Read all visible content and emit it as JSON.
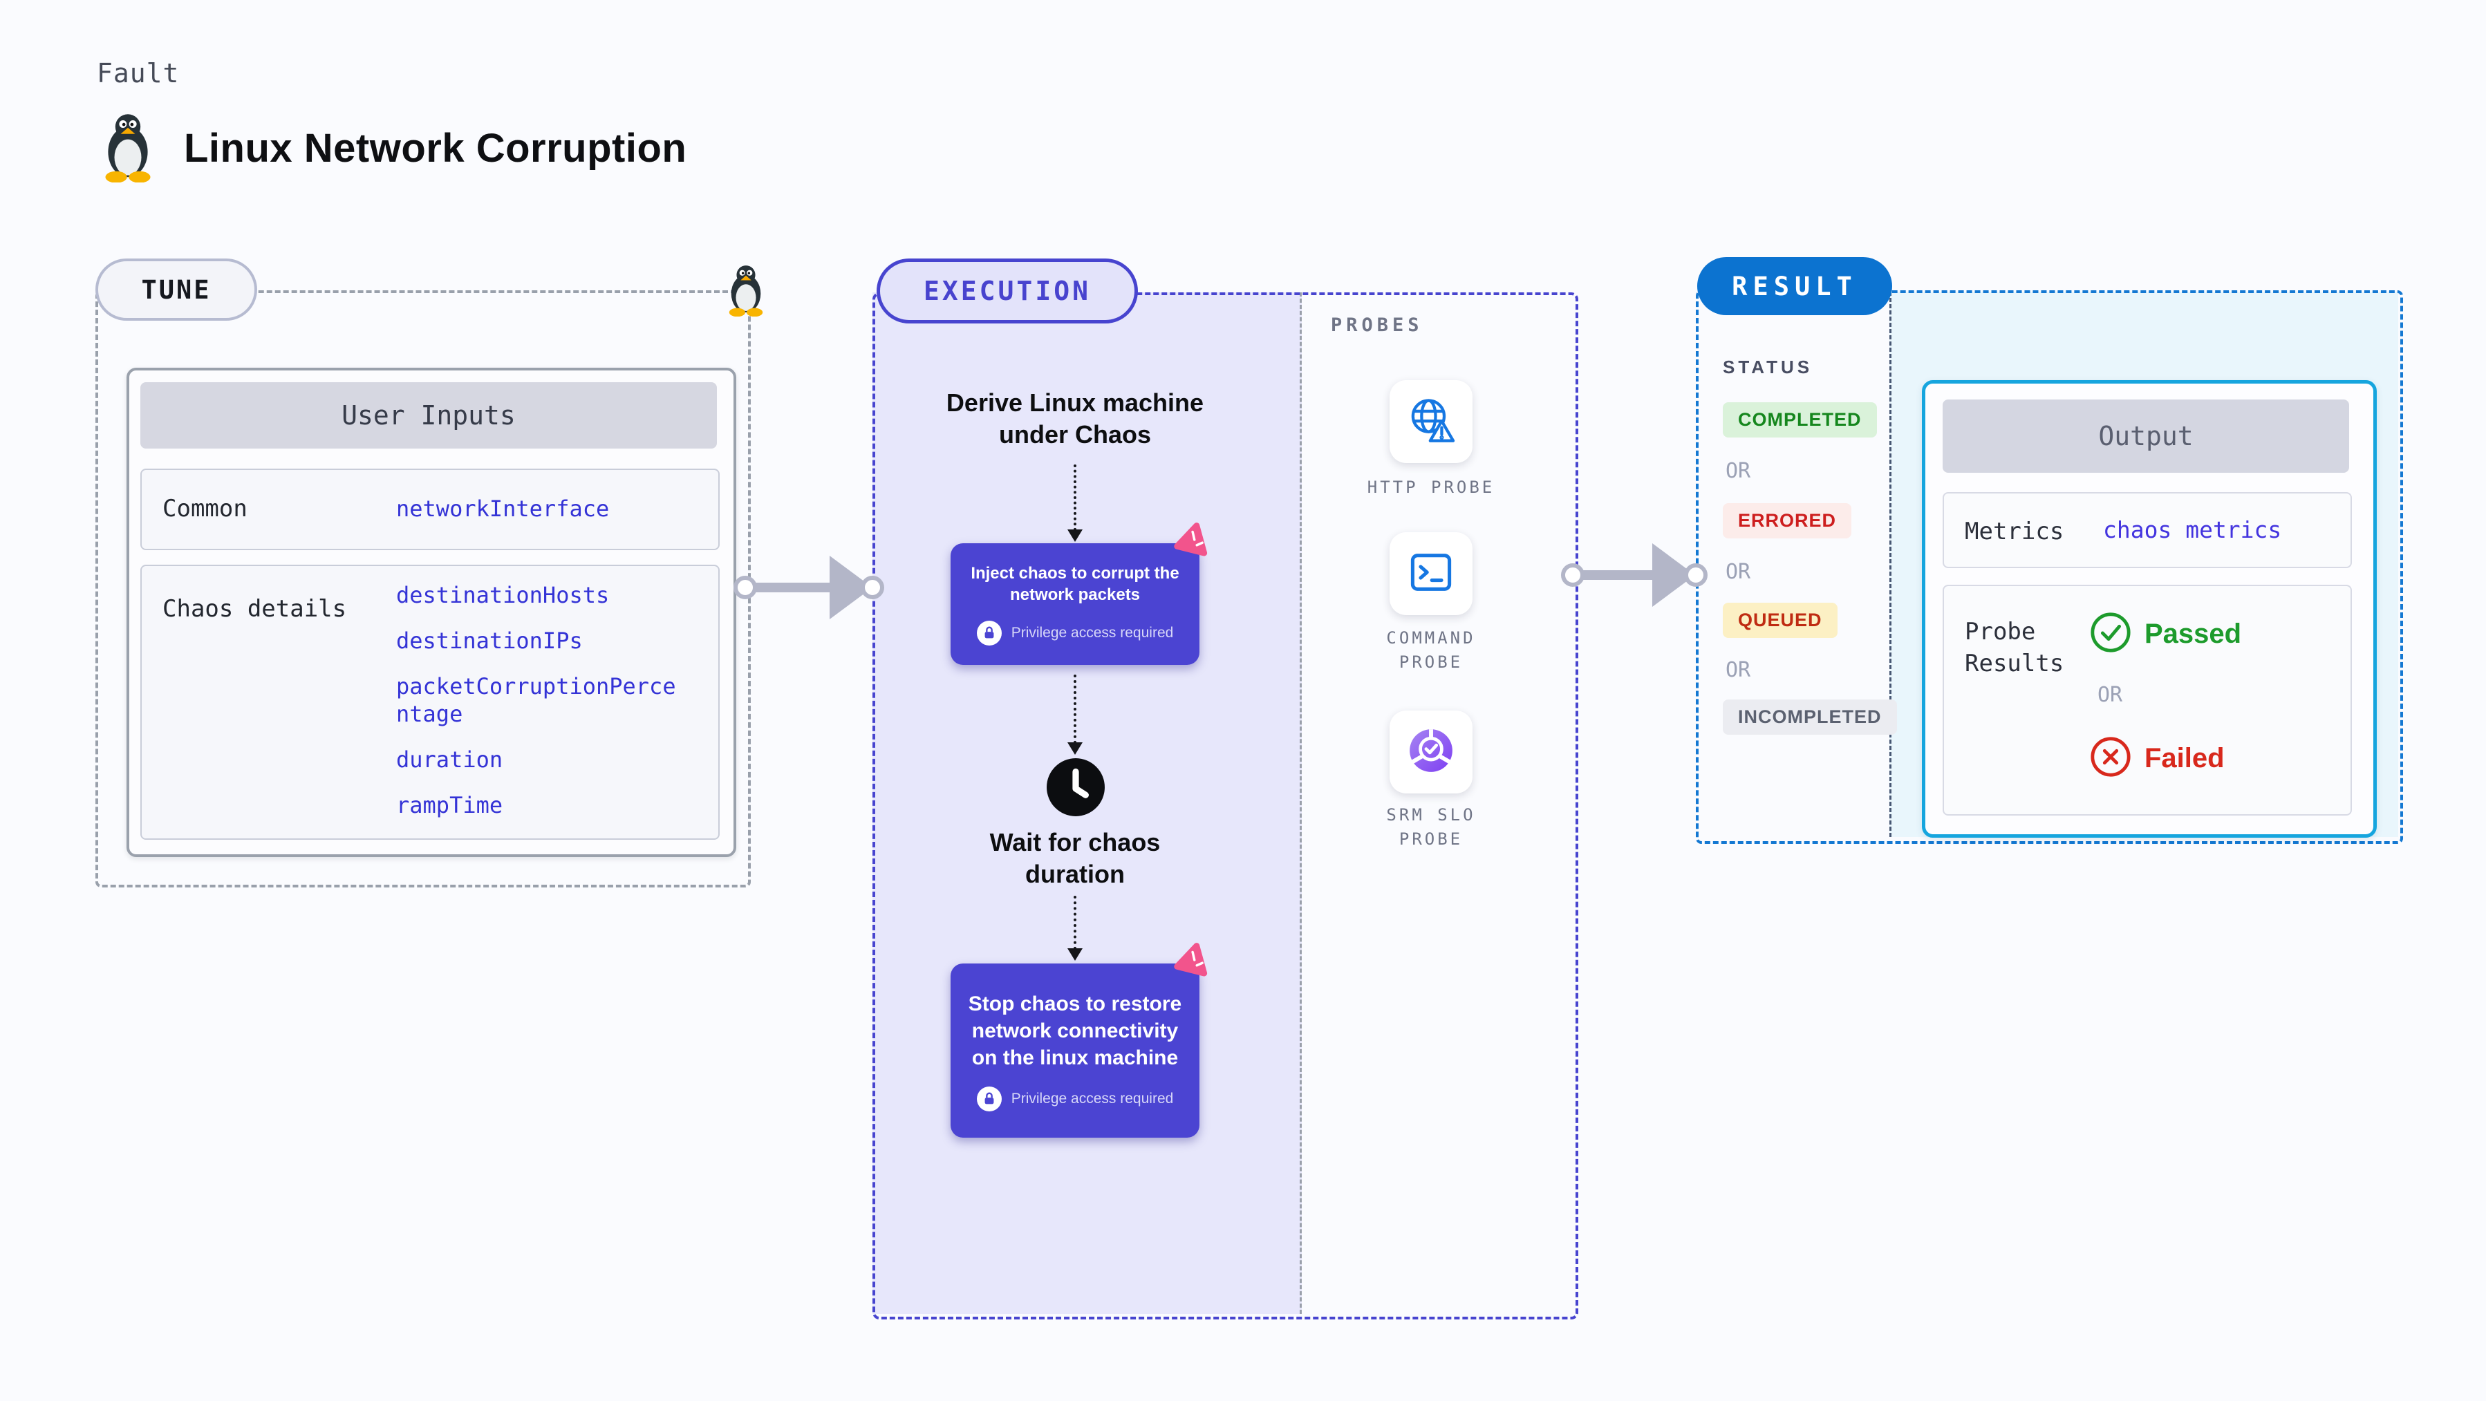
{
  "header": {
    "kicker": "Fault",
    "title": "Linux Network Corruption"
  },
  "tune": {
    "badge": "TUNE",
    "table_title": "User Inputs",
    "rows": [
      {
        "label": "Common",
        "values": [
          "networkInterface"
        ]
      },
      {
        "label": "Chaos details",
        "values": [
          "destinationHosts",
          "destinationIPs",
          "packetCorruptionPercentage",
          "duration",
          "rampTime"
        ]
      }
    ]
  },
  "execution": {
    "badge": "EXECUTION",
    "steps": {
      "derive": "Derive Linux machine under Chaos",
      "inject": "Inject chaos to corrupt the network packets",
      "wait": "Wait for chaos duration",
      "stop": "Stop chaos to restore network connectivity on the linux machine",
      "privilege_note": "Privilege access required"
    },
    "probes": {
      "label": "PROBES",
      "items": [
        {
          "name": "HTTP PROBE",
          "icon": "globe-alert-icon"
        },
        {
          "name": "COMMAND PROBE",
          "icon": "terminal-icon"
        },
        {
          "name": "SRM SLO PROBE",
          "icon": "slo-donut-icon"
        }
      ]
    }
  },
  "result": {
    "badge": "RESULT",
    "status_label": "STATUS",
    "or_label": "OR",
    "statuses": [
      {
        "label": "COMPLETED",
        "fg": "#15861d",
        "bg": "#daf2da"
      },
      {
        "label": "ERRORED",
        "fg": "#cd1e1e",
        "bg": "#fcecea"
      },
      {
        "label": "QUEUED",
        "fg": "#bf2b12",
        "bg": "#fcf0c4"
      },
      {
        "label": "INCOMPLETED",
        "fg": "#5b6170",
        "bg": "#ebecf1"
      }
    ],
    "output": {
      "title": "Output",
      "metrics_label": "Metrics",
      "metrics_value": "chaos metrics",
      "probe_results_label": "Probe Results",
      "passed": "Passed",
      "failed": "Failed"
    }
  },
  "icons": {
    "penguin": "linux-penguin-icon",
    "lock": "lock-icon",
    "clock": "clock-icon",
    "chaos_logo": "chaos-logo-icon",
    "http_probe": "globe-alert-icon",
    "command_probe": "terminal-icon",
    "srm_probe": "slo-donut-icon",
    "passed": "check-circle-icon",
    "failed": "x-circle-icon"
  },
  "colors": {
    "page_bg": "#fafbfe",
    "step_purple": "#4b44d2",
    "execution_border": "#4744cf",
    "execution_fill": "#e7e7fb",
    "chaos_pink": "#f2548c",
    "result_blue": "#0c73d0",
    "result_fill": "#e9f6fc",
    "output_border": "#16a5de",
    "code_blue": "#3433d6",
    "passed_green": "#1d9b2c",
    "failed_red": "#d8281c",
    "arrow_gray": "#b3b6c8"
  }
}
